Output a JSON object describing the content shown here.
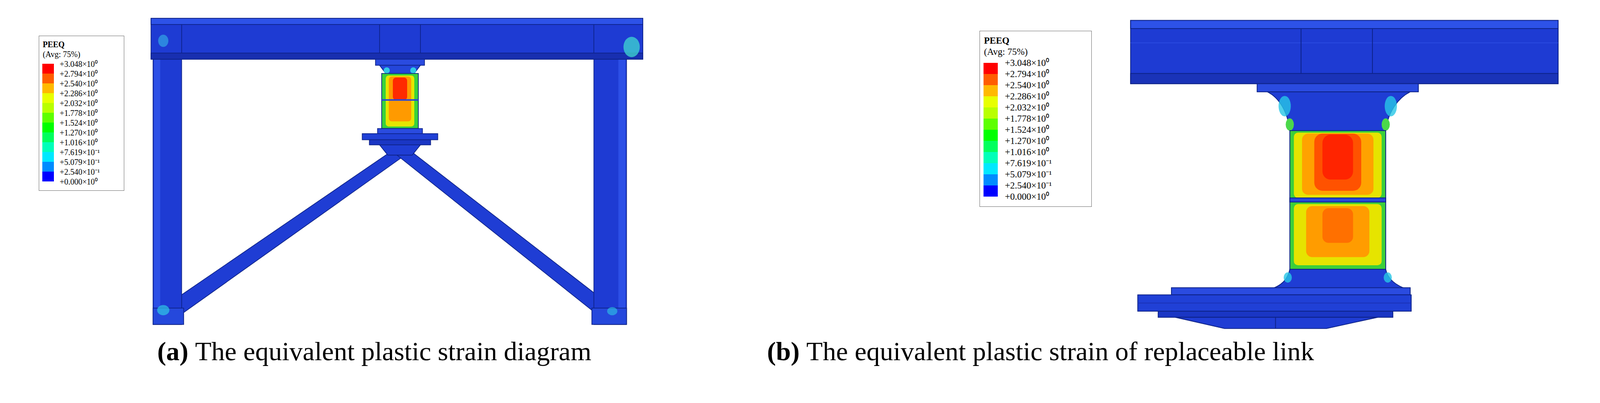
{
  "diagram": {
    "nodes": [
      {
        "text": [
          "PEEQ",
          "(Avg: 75%)",
          "+3.048×10⁰",
          "+2.794×10⁰",
          "+2.540×10⁰",
          "+2.286×10⁰",
          "+2.032×10⁰",
          "+1.778×10⁰",
          "+1.524×10⁰",
          "+1.270×10⁰",
          "+1.016×10⁰",
          "+7.619×10⁻¹",
          "+5.079×10⁻¹",
          "+2.540×10⁻¹",
          "+0.000×10⁰"
        ]
      },
      {
        "text": [
          "PEEQ",
          "(Avg: 75%)",
          "+3.048×10⁰",
          "+2.794×10⁰",
          "+2.540×10⁰",
          "+2.286×10⁰",
          "+2.032×10⁰",
          "+1.778×10⁰",
          "+1.524×10⁰",
          "+1.270×10⁰",
          "+1.016×10⁰",
          "+7.619×10⁻¹",
          "+5.079×10⁻¹",
          "+2.540×10⁻¹",
          "+0.000×10⁰"
        ]
      }
    ],
    "labels": [
      "(a)",
      "The equivalent plastic strain diagram",
      "(b)",
      "The equivalent plastic strain of replaceable link"
    ]
  }
}
